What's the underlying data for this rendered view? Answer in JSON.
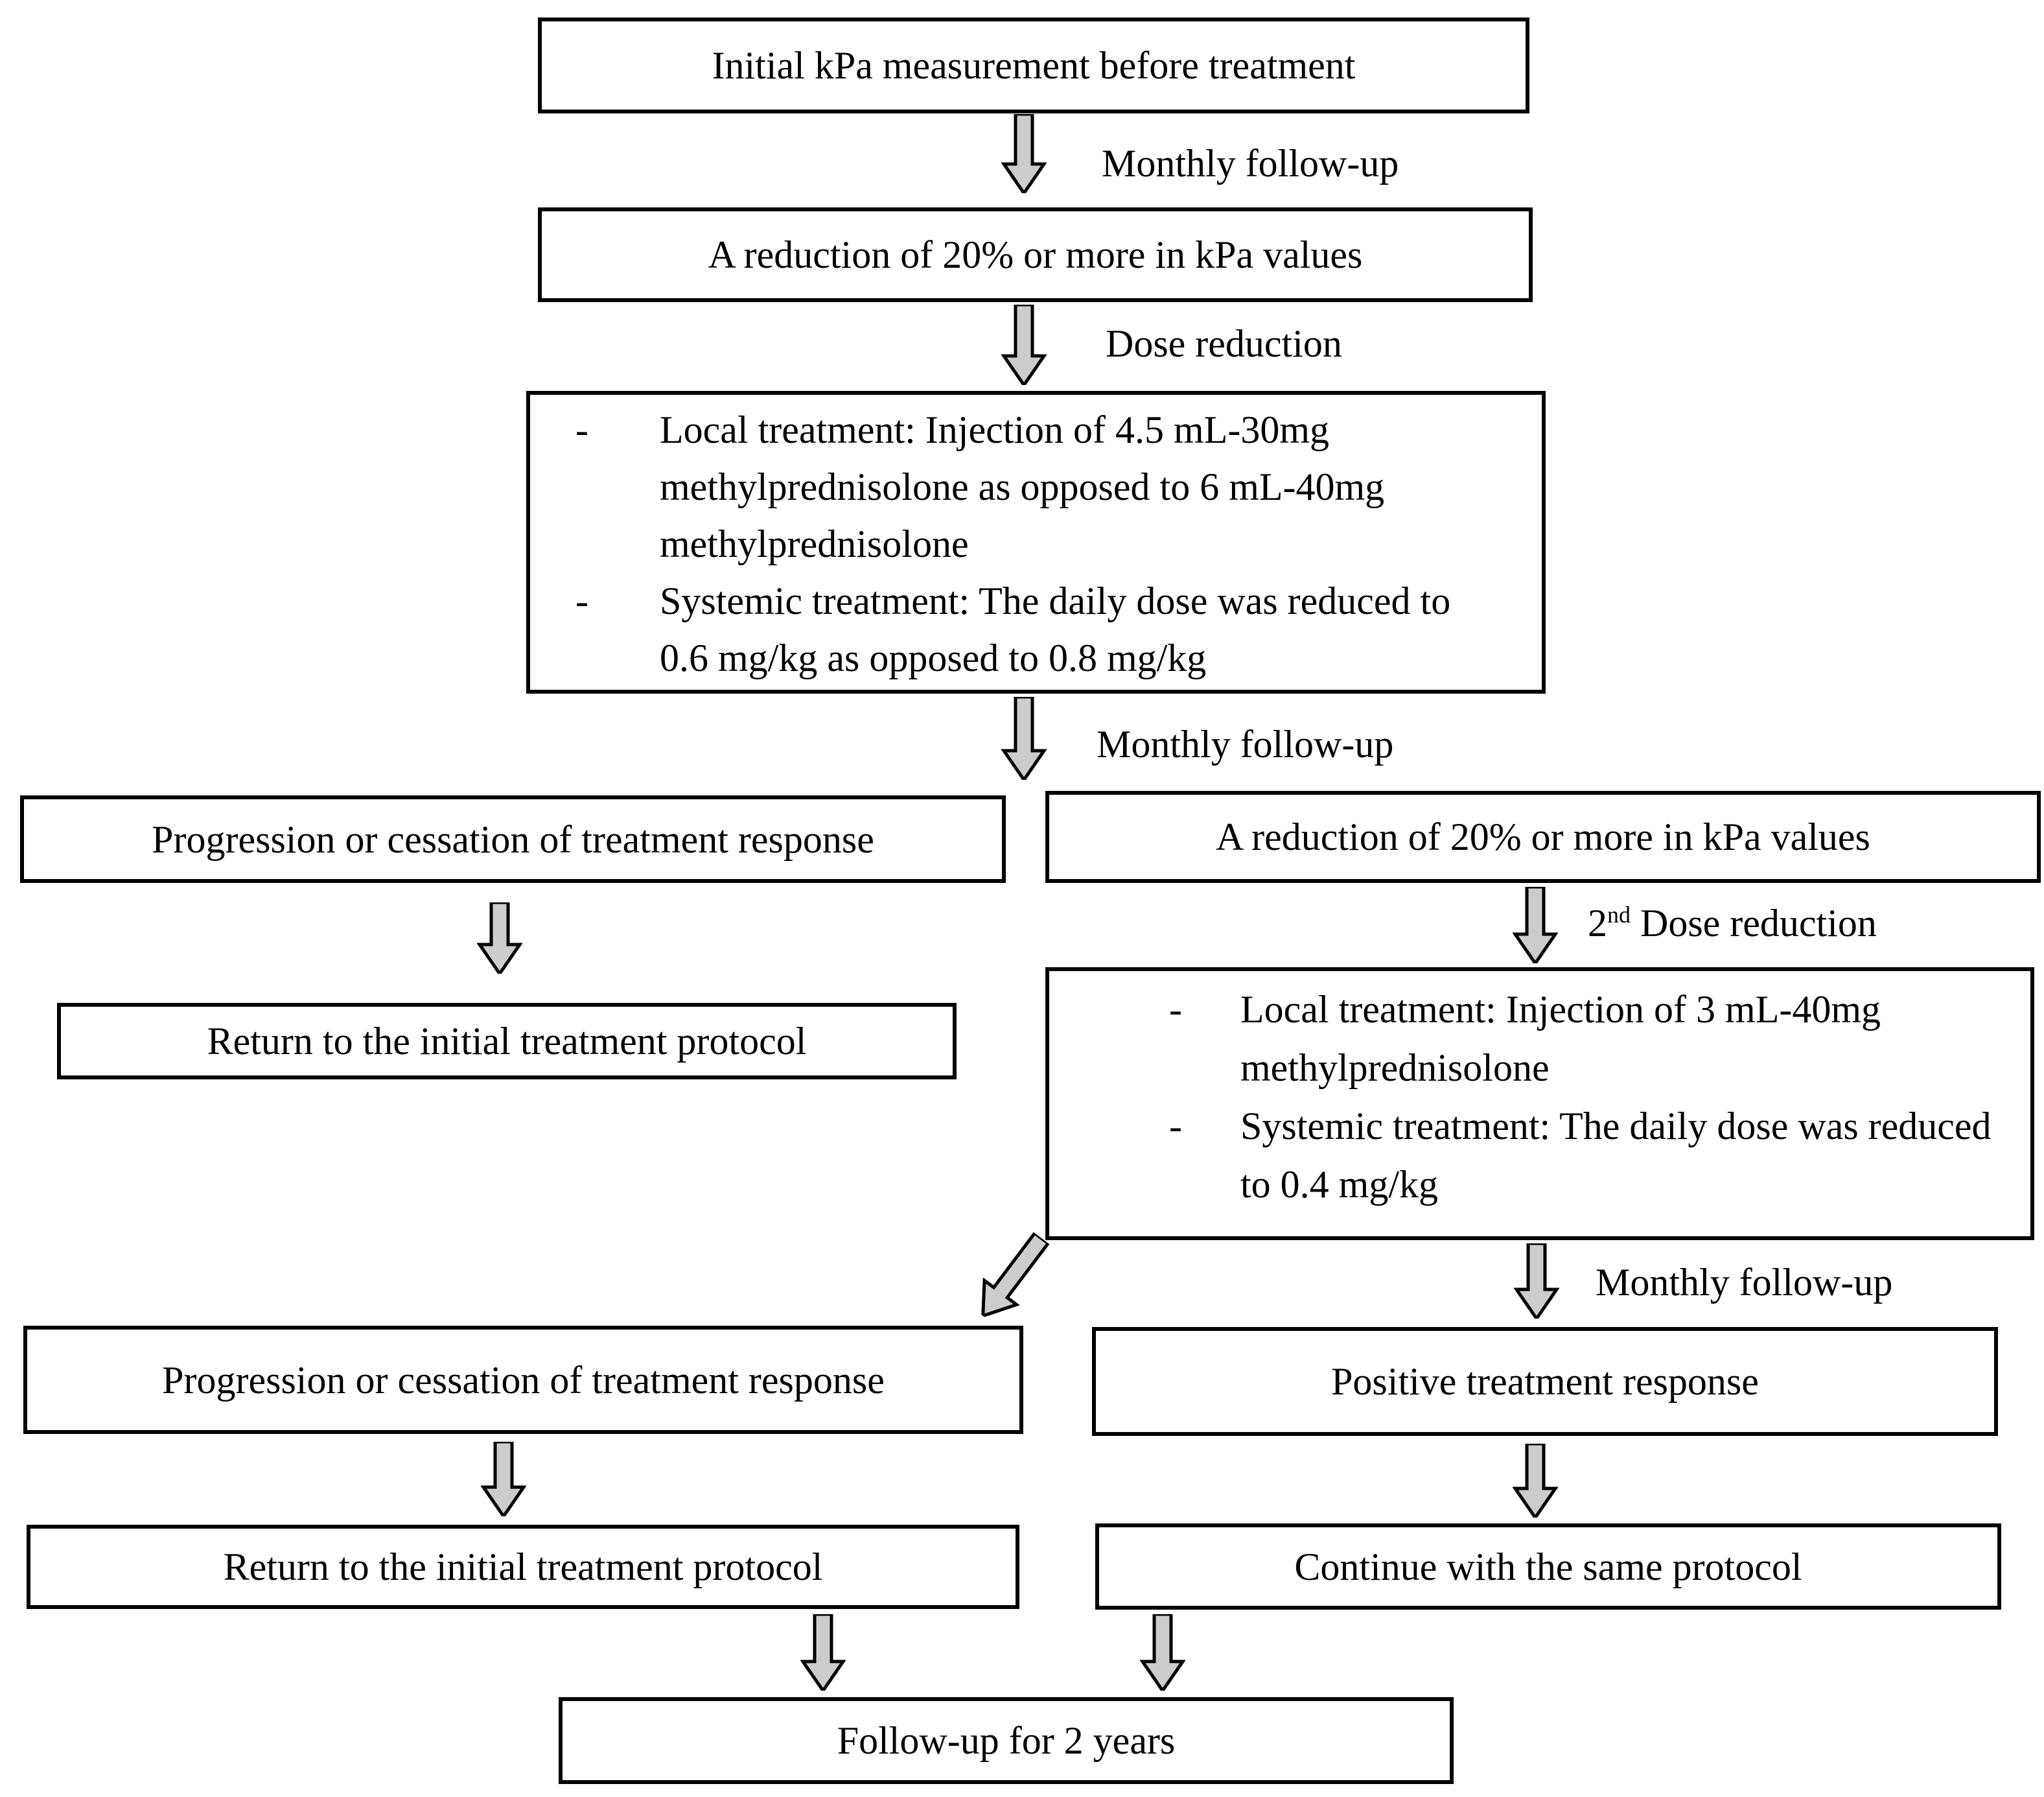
{
  "figure": {
    "type": "flowchart",
    "bullet": "-"
  },
  "colors": {
    "page_background": "#ffffff",
    "box_background": "#ffffff",
    "box_border": "#000000",
    "text": "#000000",
    "arrow_fill": "#cccccc",
    "arrow_stroke": "#000000"
  },
  "nodes": {
    "initial": "Initial kPa measurement before treatment",
    "reduction_1": "A reduction of 20% or more in kPa values",
    "dose_reduction_1": {
      "items": [
        "Local treatment: Injection of 4.5 mL-30mg methylprednisolone as opposed to 6 mL-40mg methylprednisolone",
        "Systemic treatment: The daily dose was reduced to 0.6 mg/kg as opposed to 0.8 mg/kg"
      ]
    },
    "progression_1": "Progression or cessation of treatment response",
    "reduction_2": "A reduction of 20% or more in kPa values",
    "return_1": "Return to the initial treatment protocol",
    "dose_reduction_2": {
      "items": [
        "Local treatment: Injection of 3 mL-40mg methylprednisolone",
        "Systemic treatment: The daily dose was reduced to 0.4 mg/kg"
      ]
    },
    "progression_2": "Progression or cessation of treatment response",
    "positive": "Positive treatment response",
    "return_2": "Return to the initial treatment protocol",
    "continue_same": "Continue with the same protocol",
    "followup": "Follow-up for 2 years"
  },
  "edge_labels": {
    "monthly_followup_1": "Monthly follow-up",
    "dose_reduction": "Dose reduction",
    "monthly_followup_2": "Monthly follow-up",
    "second_dose_base": "2",
    "second_dose_sup": "nd",
    "second_dose_rest": " Dose reduction",
    "monthly_followup_3": "Monthly follow-up"
  }
}
